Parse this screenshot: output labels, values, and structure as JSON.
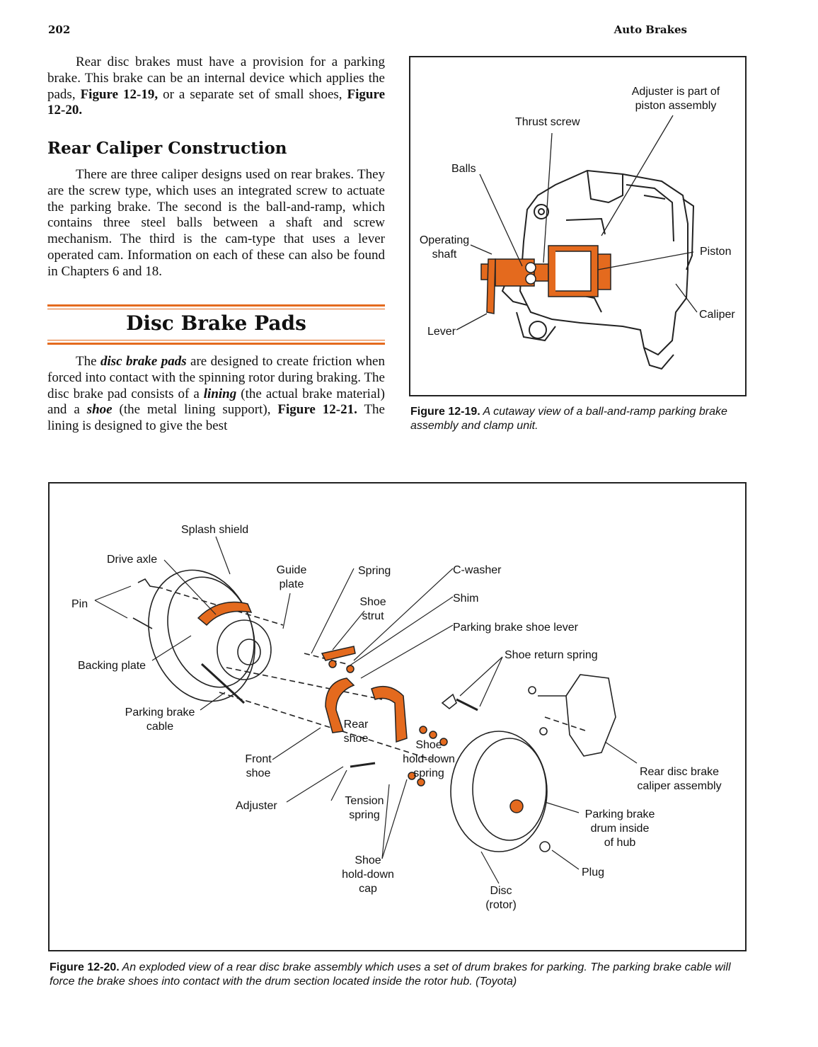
{
  "header": {
    "page_number": "202",
    "running_title": "Auto Brakes"
  },
  "intro": {
    "text_1": "Rear disc brakes must have a provision for a parking brake. This brake can be an internal device which applies the pads, ",
    "ref_1": "Figure 12-19,",
    "text_2": " or a separate set of small shoes, ",
    "ref_2": "Figure 12-20."
  },
  "rear_caliper": {
    "heading": "Rear Caliper Construction",
    "text": "There are three caliper designs used on rear brakes. They are the screw type, which uses an integrated screw to actuate the parking brake. The second is the ball-and-ramp, which contains three steel balls between a shaft and screw mechanism. The third is the cam-type that uses a lever operated cam. Information on each of these can also be found in Chapters 6 and 18."
  },
  "disc_pads": {
    "heading": "Disc Brake Pads",
    "t1": "The ",
    "term1": "disc brake pads",
    "t2": " are designed to create friction when forced into contact with the spinning rotor during braking. The disc brake pad consists of a ",
    "term2": "lining",
    "t3": " (the actual brake material) and a ",
    "term3": "shoe",
    "t4": " (the metal lining support), ",
    "ref": "Figure 12-21.",
    "t5": " The lining is designed to give the best"
  },
  "fig19": {
    "labels": {
      "adjuster_1": "Adjuster is part of",
      "adjuster_2": "piston assembly",
      "thrust_screw": "Thrust screw",
      "balls": "Balls",
      "operating_1": "Operating",
      "operating_2": "shaft",
      "piston": "Piston",
      "caliper": "Caliper",
      "lever": "Lever"
    },
    "caption_num": "Figure 12-19.",
    "caption_text": " A cutaway view of a ball-and-ramp parking brake assembly and clamp unit."
  },
  "fig20": {
    "labels": {
      "splash_shield": "Splash shield",
      "drive_axle": "Drive axle",
      "pin": "Pin",
      "guide_1": "Guide",
      "guide_2": "plate",
      "spring": "Spring",
      "c_washer": "C-washer",
      "shoe_strut_1": "Shoe",
      "shoe_strut_2": "strut",
      "shim": "Shim",
      "pb_shoe_lever": "Parking brake shoe lever",
      "shoe_return_spring": "Shoe return spring",
      "backing_plate": "Backing plate",
      "pb_cable_1": "Parking brake",
      "pb_cable_2": "cable",
      "rear_shoe_1": "Rear",
      "rear_shoe_2": "shoe",
      "holddown_spring_1": "Shoe",
      "holddown_spring_2": "hold-down",
      "holddown_spring_3": "spring",
      "front_shoe_1": "Front",
      "front_shoe_2": "shoe",
      "rear_caliper_1": "Rear disc brake",
      "rear_caliper_2": "caliper assembly",
      "tension_1": "Tension",
      "tension_2": "spring",
      "adjuster": "Adjuster",
      "drum_1": "Parking brake",
      "drum_2": "drum inside",
      "drum_3": "of hub",
      "plug": "Plug",
      "cap_1": "Shoe",
      "cap_2": "hold-down",
      "cap_3": "cap",
      "disc_1": "Disc",
      "disc_2": "(rotor)"
    },
    "caption_num": "Figure 12-20.",
    "caption_text": " An exploded view of a rear disc brake assembly which uses a set of drum brakes for parking. The parking brake cable will force the brake shoes into contact with the drum section located inside the rotor hub. (Toyota)"
  },
  "colors": {
    "accent_orange": "#e46a1e",
    "line": "#222222"
  }
}
